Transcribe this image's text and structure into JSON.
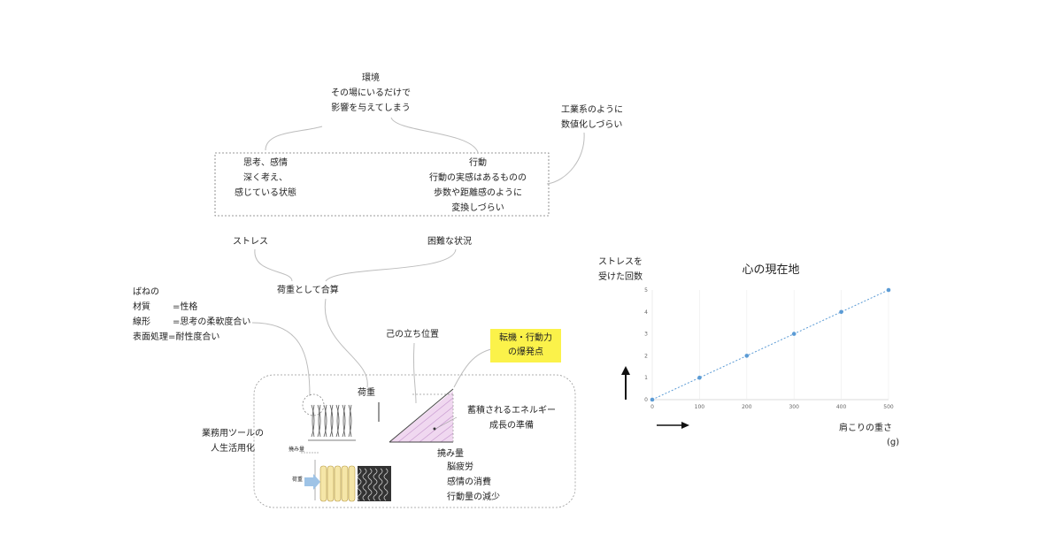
{
  "environment": {
    "title": "環境",
    "lines": [
      "その場にいるだけで",
      "影響を与えてしまう"
    ]
  },
  "industrial_note": {
    "lines": [
      "工業系のように",
      "数値化しづらい"
    ]
  },
  "thought": {
    "lines": [
      "思考、感情",
      "深く考え、",
      "感じている状態"
    ]
  },
  "action": {
    "lines": [
      "行動",
      "行動の実感はあるものの",
      "歩数や距離感のように",
      "変換しづらい"
    ]
  },
  "stress_label": "ストレス",
  "difficulty_label": "困難な状況",
  "load_combined": "荷重として合算",
  "spring_def": {
    "title": "ばねの",
    "rows": [
      {
        "key": "材質",
        "value": "=性格"
      },
      {
        "key": "線形",
        "value": "=思考の柔軟度合い"
      },
      {
        "key": "表面処理",
        "value": "=耐性度合い"
      }
    ]
  },
  "own_position": "己の立ち位置",
  "turning_point": {
    "lines": [
      "転機・行動力",
      "の爆発点"
    ],
    "color": "#fbf24a"
  },
  "load_axis": "荷重",
  "deflection_axis": "撓み量",
  "energy": {
    "lines": [
      "蓄積されるエネルギー",
      "成長の準備"
    ]
  },
  "tools_note": {
    "lines": [
      "業務用ツールの",
      "人生活用化"
    ]
  },
  "effects": [
    "脳疲労",
    "感情の消費",
    "行動量の減少"
  ],
  "spring_small": {
    "deflection": "撓み量",
    "load": "荷重"
  },
  "chart_data": {
    "type": "scatter",
    "title": "心の現在地",
    "ylabel": [
      "ストレスを",
      "受けた回数"
    ],
    "xlabel": "肩こりの重さ",
    "xunit": "(g)",
    "x": [
      0,
      100,
      200,
      300,
      400,
      500
    ],
    "y": [
      0,
      1,
      2,
      3,
      4,
      5
    ],
    "xlim": [
      0,
      500
    ],
    "ylim": [
      0,
      5
    ],
    "xticks": [
      0,
      100,
      200,
      300,
      400,
      500
    ],
    "yticks": [
      0,
      1,
      2,
      3,
      4,
      5
    ],
    "trendline": "linear",
    "grid": true,
    "point_color": "#5b9bd5"
  }
}
